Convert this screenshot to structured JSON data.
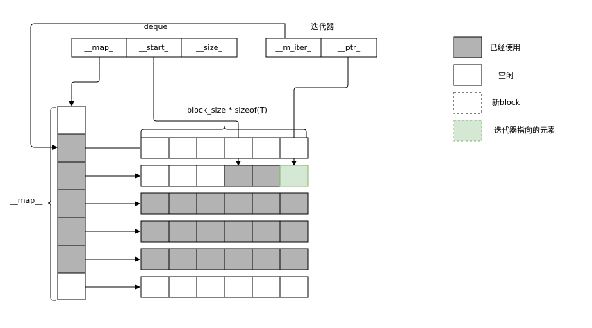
{
  "deque_struct": {
    "title": "deque",
    "fields": [
      "__map_",
      "__start_",
      "__size_"
    ]
  },
  "iterator_struct": {
    "title": "迭代器",
    "fields": [
      "__m_iter_",
      "__ptr_"
    ]
  },
  "block_size_label": "block_size * sizeof(T)",
  "map_label": "__map__",
  "legend": [
    {
      "label": "已经使用",
      "kind": "used"
    },
    {
      "label": "空闲",
      "kind": "free"
    },
    {
      "label": "新block",
      "kind": "new"
    },
    {
      "label": "迭代器指向的元素",
      "kind": "iter"
    }
  ],
  "map_slots": [
    "free",
    "used",
    "used",
    "used",
    "used",
    "used",
    "free"
  ],
  "blocks": [
    [
      "free",
      "free",
      "free",
      "free",
      "free",
      "free"
    ],
    [
      "free",
      "free",
      "free",
      "used",
      "used",
      "iter"
    ],
    [
      "used",
      "used",
      "used",
      "used",
      "used",
      "used"
    ],
    [
      "used",
      "used",
      "used",
      "used",
      "used",
      "used"
    ],
    [
      "used",
      "used",
      "used",
      "used",
      "used",
      "used"
    ],
    [
      "free",
      "free",
      "free",
      "free",
      "free",
      "free"
    ]
  ],
  "colors": {
    "used": "#b3b3b3",
    "free": "#ffffff",
    "iter_fill": "#d5e8d4",
    "iter_stroke": "#82b366",
    "stroke": "#000000"
  }
}
